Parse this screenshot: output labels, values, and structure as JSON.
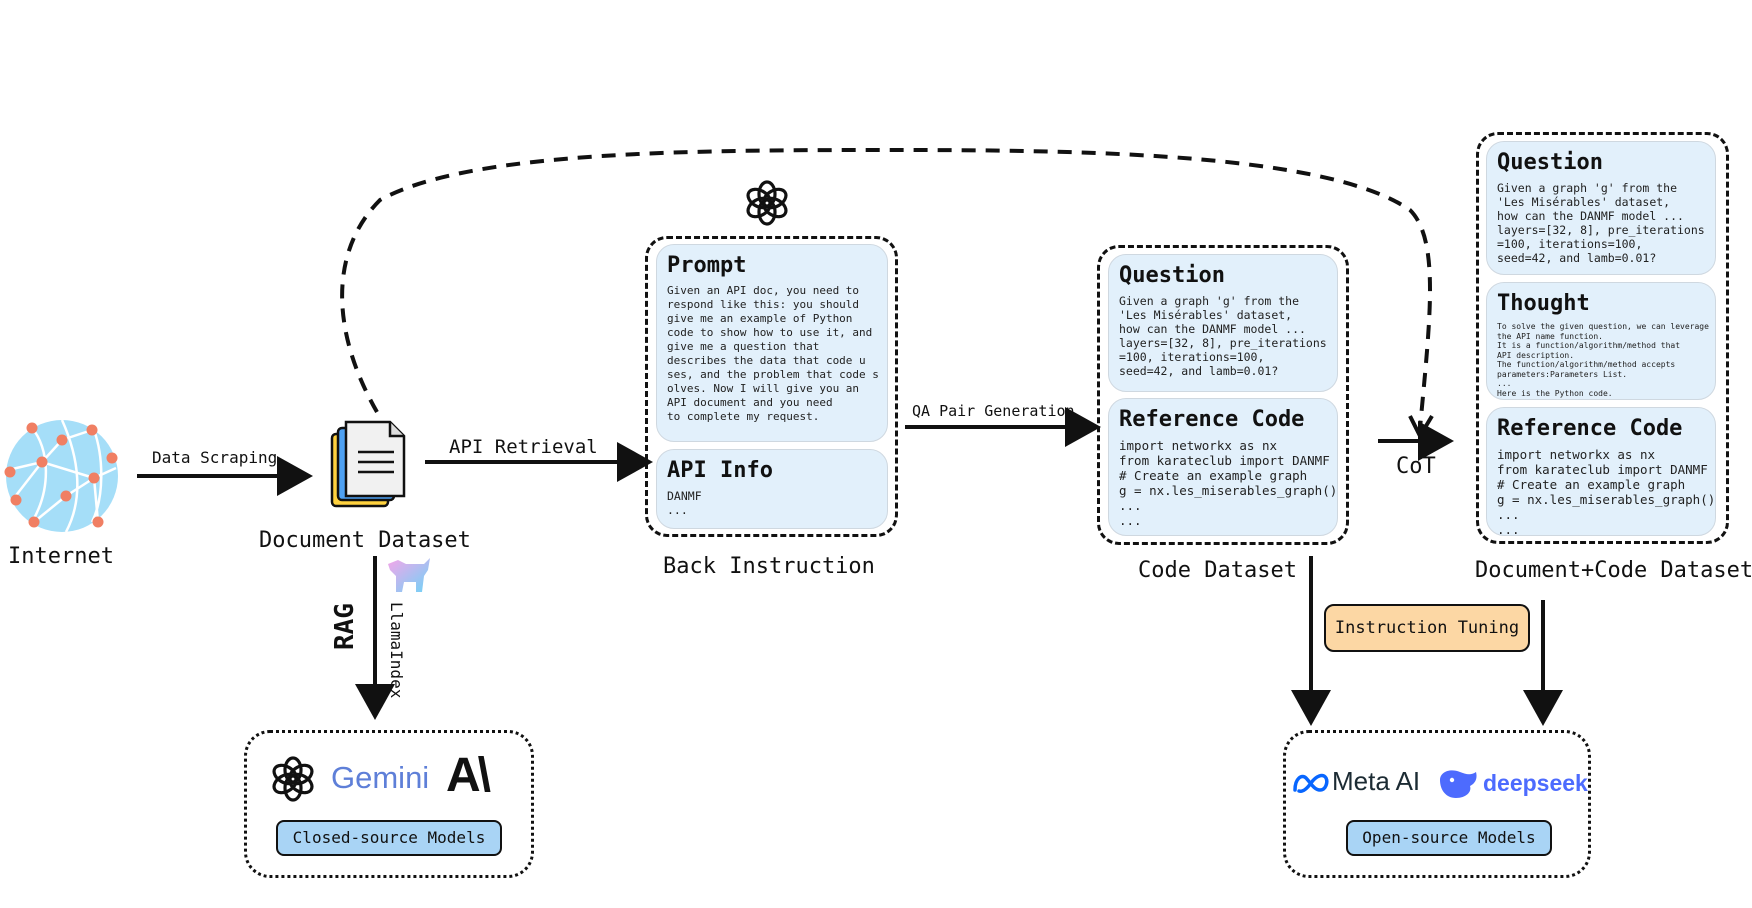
{
  "nodes": {
    "internet": "Internet",
    "document_dataset": "Document Dataset",
    "back_instruction": "Back Instruction",
    "code_dataset": "Code Dataset",
    "doc_code_dataset": "Document+Code Dataset"
  },
  "edges": {
    "data_scraping": "Data Scraping",
    "api_retrieval": "API Retrieval",
    "qa_pair_generation": "QA Pair Generation",
    "cot": "CoT",
    "rag": "RAG",
    "llamaindex": "LlamaIndex"
  },
  "back_instruction": {
    "prompt_title": "Prompt",
    "prompt_text": "Given an API doc, you need to\nrespond like this: you should\ngive me an example of Python\ncode to show how to use it, and\ngive me a question that\ndescribes the data that code u\nses, and the problem that code s\nolves. Now I will give you an\nAPI document and you need\nto complete my request.",
    "api_info_title": "API Info",
    "api_info_text": "DANMF\n..."
  },
  "code_dataset": {
    "question_title": "Question",
    "question_text": "Given a graph 'g' from the\n'Les Misérables' dataset,\nhow can the DANMF model ...\nlayers=[32, 8], pre_iterations\n=100, iterations=100,\nseed=42, and lamb=0.01?",
    "code_title": "Reference Code",
    "code_text": "import networkx as nx\nfrom karateclub import DANMF\n# Create an example graph\ng = nx.les_miserables_graph()\n...\n..."
  },
  "doc_code_dataset": {
    "question_title": "Question",
    "question_text": "Given a graph 'g' from the\n'Les Misérables' dataset,\nhow can the DANMF model ...\nlayers=[32, 8], pre_iterations\n=100, iterations=100,\nseed=42, and lamb=0.01?",
    "thought_title": "Thought",
    "thought_text": "To solve the given question, we can leverage\nthe API name function.\nIt is a function/algorithm/method that\nAPI description.\nThe function/algorithm/method accepts\nparameters:Parameters List.\n...\nHere is the Python code.",
    "code_title": "Reference Code",
    "code_text": "import networkx as nx\nfrom karateclub import DANMF\n# Create an example graph\ng = nx.les_miserables_graph()\n...\n..."
  },
  "models": {
    "closed_source_label": "Closed-source Models",
    "open_source_label": "Open-source Models",
    "instruction_tuning": "Instruction Tuning",
    "gemini": "Gemini",
    "anthropic": "A\\",
    "meta_ai": "Meta AI",
    "deepseek": "deepseek"
  },
  "colors": {
    "card_fill": "#e2f0fb",
    "pill_blue": "#a9d4f5",
    "pill_orange": "#fcd7a4",
    "globe": "#a5def8",
    "globe_node": "#f07f63",
    "meta_blue": "#0866ff",
    "deepseek_blue": "#4d6bfe"
  },
  "icons": [
    "globe-icon",
    "document-icon",
    "openai-icon",
    "llamaindex-icon",
    "gemini-icon",
    "anthropic-icon",
    "meta-icon",
    "deepseek-icon"
  ]
}
